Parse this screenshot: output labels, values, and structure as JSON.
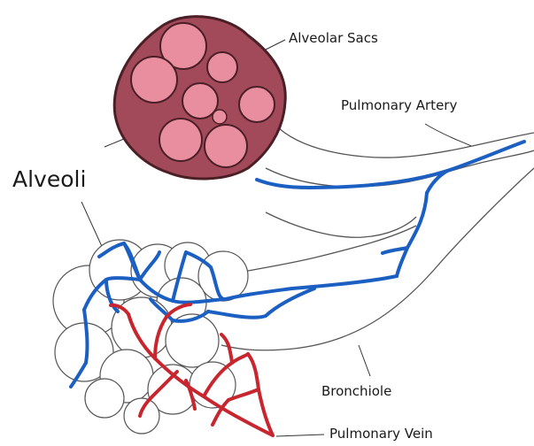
{
  "labels": {
    "alveolar_sacs": "Alveolar Sacs",
    "pulmonary_artery": "Pulmonary Artery",
    "alveoli": "Alveoli",
    "bronchiole": "Bronchiole",
    "pulmonary_vein": "Pulmonary Vein"
  },
  "colors": {
    "sac_cluster_fill": "#a24a5a",
    "sac_cluster_stroke": "#4a1f26",
    "sac_alveolus_fill": "#e98e9f",
    "artery": "#1c5fc2",
    "vein": "#c8262f",
    "outline": "#555555"
  }
}
